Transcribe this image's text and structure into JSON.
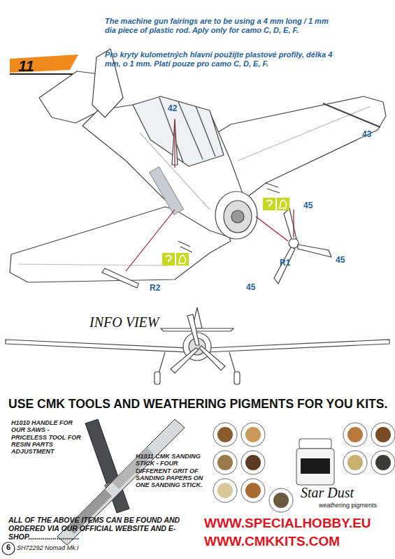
{
  "diagram": {
    "labels": [
      "11",
      "The machine gun fairings are to be using a 4 mm long / 1 mm dia piece of plastic rod. Aply only for camo C, D, E, F.",
      "Pro kryty kulometných hlavní použijte plastové profily, délka 4 mm, o 1 mm. Platí pouze pro camo C, D, E, F.",
      "42",
      "43",
      "45",
      "45",
      "R1",
      "45",
      "R2",
      "INFO VIEW",
      "USE CMK TOOLS AND WEATHERING PIGMENTS FOR YOU KITS.",
      "H1010 HANDLE FOR OUR SAWS - PRICELESS TOOL FOR RESIN PARTS ADJUSTMENT",
      "H1011 CMK SANDING STICK - FOUR DIFFERENT GRIT OF SANDING PAPERS ON ONE SANDING STICK.",
      "Star Dust",
      "weathering pigments",
      "ALL OF THE ABOVE ITEMS CAN BE FOUND AND ORDERED VIA OUR OFFICIAL WEBSITE AND E-SHOP.........................",
      "WWW.SPECIALHOBBY.EU",
      "WWW.CMKKITS.COM",
      "6",
      "SH72292 Nomad Mk.I"
    ]
  }
}
